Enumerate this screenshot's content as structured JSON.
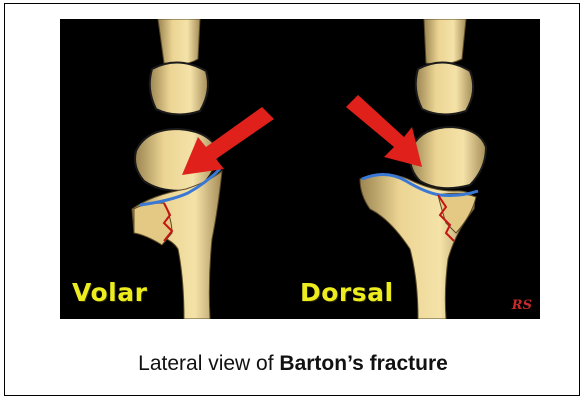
{
  "figure": {
    "left_label": "Volar",
    "right_label": "Dorsal",
    "initials": "RS"
  },
  "caption": {
    "prefix": "Lateral view of ",
    "bold": "Barton’s fracture"
  },
  "colors": {
    "bone": "#e8cf86",
    "arrow": "#e0201a",
    "cartilage_line": "#3a78d6",
    "fracture_line": "#c41414",
    "label": "#ecec1f"
  }
}
